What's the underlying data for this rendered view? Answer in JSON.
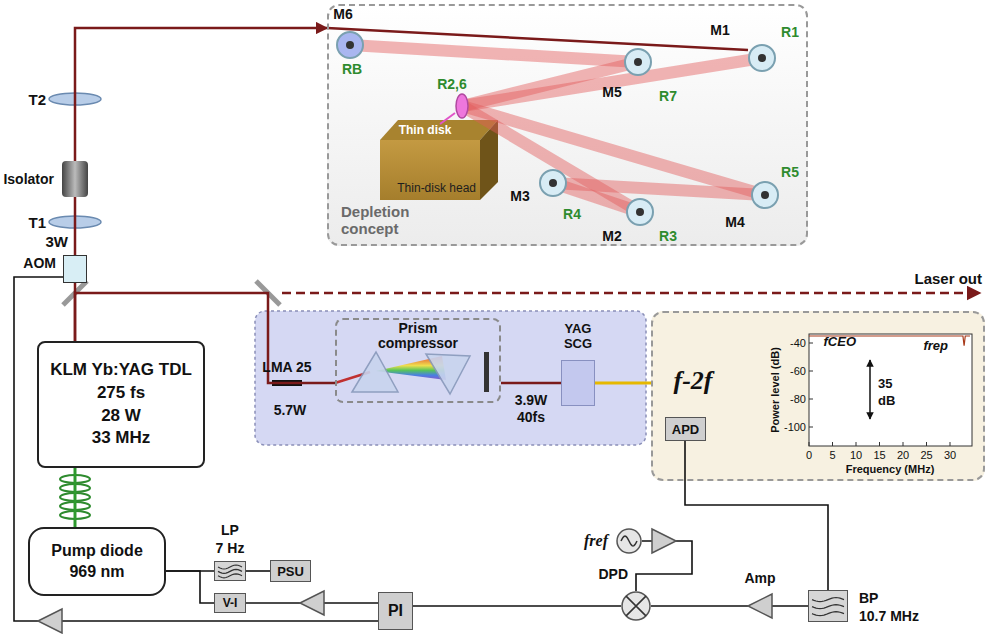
{
  "diagram": {
    "nodes": [
      {
        "text": [
          "Depletion concept"
        ]
      },
      {
        "text": [
          "Thin-disk head"
        ],
        "in": 0
      },
      {
        "text": [
          "Isolator"
        ]
      },
      {
        "text": [
          "AOM"
        ]
      },
      {
        "text": [
          "KLM Yb:YAG TDL",
          "275 fs",
          "28 W",
          "33 MHz"
        ]
      },
      {
        "text": [
          "Prism compressor"
        ]
      },
      {
        "text": [
          "YAG SCG"
        ]
      },
      {
        "text": [
          "f-2f"
        ]
      },
      {
        "text": [
          "APD"
        ],
        "in": 7
      },
      {
        "text": [
          "Pump diode",
          "969 nm"
        ]
      },
      {
        "text": [
          "LP",
          "7 Hz"
        ]
      },
      {
        "text": [
          "PSU"
        ]
      },
      {
        "text": [
          "V-I"
        ]
      },
      {
        "text": [
          "PI"
        ]
      },
      {
        "text": [
          "fref"
        ]
      },
      {
        "text": [
          "DPD"
        ]
      },
      {
        "text": [
          "Amp"
        ]
      },
      {
        "text": [
          "BP",
          "10.7 MHz"
        ]
      }
    ],
    "edges": [
      {
        "from": 2,
        "to": 0,
        "arrow": "to"
      },
      {
        "from": 3,
        "to": 2,
        "arrow": "none"
      },
      {
        "from": 4,
        "to": 3,
        "arrow": "none"
      },
      {
        "from": 4,
        "to": 5,
        "arrow": "none"
      },
      {
        "from": 5,
        "to": 6,
        "arrow": "none"
      },
      {
        "from": 6,
        "to": 7,
        "arrow": "none"
      },
      {
        "from": 9,
        "to": 4,
        "arrow": "none"
      },
      {
        "from": 9,
        "to": 10,
        "arrow": "none"
      },
      {
        "from": 10,
        "to": 11,
        "arrow": "none"
      },
      {
        "from": 9,
        "to": 12,
        "arrow": "none"
      },
      {
        "from": 13,
        "to": 12,
        "arrow": "none"
      },
      {
        "from": 13,
        "to": 3,
        "arrow": "none"
      },
      {
        "from": 15,
        "to": 13,
        "arrow": "none"
      },
      {
        "from": 14,
        "to": 15,
        "arrow": "none"
      },
      {
        "from": 16,
        "to": 15,
        "arrow": "none"
      },
      {
        "from": 17,
        "to": 16,
        "arrow": "none"
      },
      {
        "from": 8,
        "to": 17,
        "arrow": "none"
      }
    ],
    "labels": [
      "T2",
      "T1",
      "3W",
      "Laser out",
      "LMA 25",
      "5.7W",
      "3.9W",
      "40fs",
      "M6",
      "RB",
      "R2,6",
      "Thin disk",
      "M5",
      "R7",
      "M1",
      "R1",
      "M4",
      "R5",
      "M3",
      "R4",
      "M2",
      "R3",
      "Power level (dB)",
      "-40",
      "-60",
      "-80",
      "-100",
      "0",
      "5",
      "10",
      "15",
      "20",
      "25",
      "30",
      "Frequency (MHz)",
      "fCEO",
      "frep",
      "35",
      "dB"
    ]
  }
}
